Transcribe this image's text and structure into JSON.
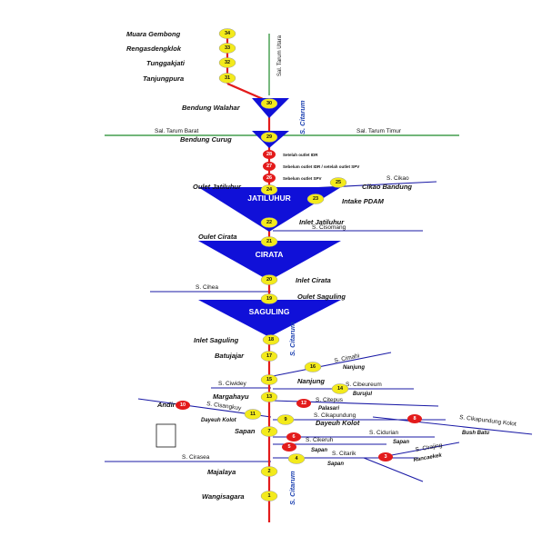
{
  "river": {
    "main_label": "S. Citarum",
    "colors": {
      "river": "#e31b1b",
      "tributary": "#1a1aa6",
      "canal": "#1f8a2a",
      "reservoir": "#1010d8",
      "station": "#f3ea1c",
      "station_red": "#e31b1b"
    }
  },
  "canals": {
    "utara": "Sal. Tarum Utara",
    "barat": "Sal. Tarum Barat",
    "timur": "Sal. Tarum Timur"
  },
  "reservoirs": {
    "jatiluhur": "JATILUHUR",
    "cirata": "CIRATA",
    "saguling": "SAGULING"
  },
  "stations": [
    {
      "num": "34",
      "name": "Muara Gembong"
    },
    {
      "num": "33",
      "name": "Rengasdengklok"
    },
    {
      "num": "32",
      "name": "Tunggakjati"
    },
    {
      "num": "31",
      "name": "Tanjungpura"
    },
    {
      "num": "30",
      "name": "Bendung Walahar"
    },
    {
      "num": "29",
      "name": "Bendung Curug"
    },
    {
      "num": "28",
      "name": "Setelah outlet IDR"
    },
    {
      "num": "27",
      "name": "Sebelum outlet IDR / setelah outlet SPV"
    },
    {
      "num": "26",
      "name": "Sebelum outlet SPV"
    },
    {
      "num": "25",
      "name": "Cikao Bandung"
    },
    {
      "num": "24",
      "name": "Oulet Jatiluhur"
    },
    {
      "num": "23",
      "name": "Intake PDAM"
    },
    {
      "num": "22",
      "name": "Inlet Jatiluhur"
    },
    {
      "num": "21",
      "name": "Oulet Cirata"
    },
    {
      "num": "20",
      "name": "Inlet Cirata"
    },
    {
      "num": "19",
      "name": "Oulet Saguling"
    },
    {
      "num": "18",
      "name": "Inlet Saguling"
    },
    {
      "num": "17",
      "name": "Batujajar"
    },
    {
      "num": "16",
      "name": "Nanjung"
    },
    {
      "num": "15",
      "name": "Nanjung"
    },
    {
      "num": "14",
      "name": "Burujul"
    },
    {
      "num": "13",
      "name": "Margahayu"
    },
    {
      "num": "12",
      "name": "Palasari"
    },
    {
      "num": "11",
      "name": "Dayeuh Kolot"
    },
    {
      "num": "10",
      "name": "Andir"
    },
    {
      "num": "9",
      "name": "Dayeuh Kolot"
    },
    {
      "num": "8",
      "name": "Bush Batu"
    },
    {
      "num": "7",
      "name": "Sapan"
    },
    {
      "num": "6",
      "name": "Sapan"
    },
    {
      "num": "5",
      "name": "Sapan"
    },
    {
      "num": "4",
      "name": "Sapan"
    },
    {
      "num": "3",
      "name": "Rancaekek"
    },
    {
      "num": "2",
      "name": "Majalaya"
    },
    {
      "num": "1",
      "name": "Wangisagara"
    }
  ],
  "tributaries": {
    "cikao": "S. Cikao",
    "cisomang": "S. Cisomang",
    "cihea": "S. Cihea",
    "cimahi": "S. Cimahi",
    "ciwidey": "S. Ciwidey",
    "cibeureum": "S. Cibeureum",
    "cisangkuy": "S. Cisangkuy",
    "citepus": "S. Citepus",
    "cikapundung": "S. Cikapundung",
    "cikapundung_kolot": "S. Cikapundung Kolot",
    "cidurian": "S. Cidurian",
    "cikeruh": "S. Cikeruh",
    "cirasea": "S. Cirasea",
    "citarik": "S. Citarik",
    "cirajing": "S. Cirajing"
  }
}
